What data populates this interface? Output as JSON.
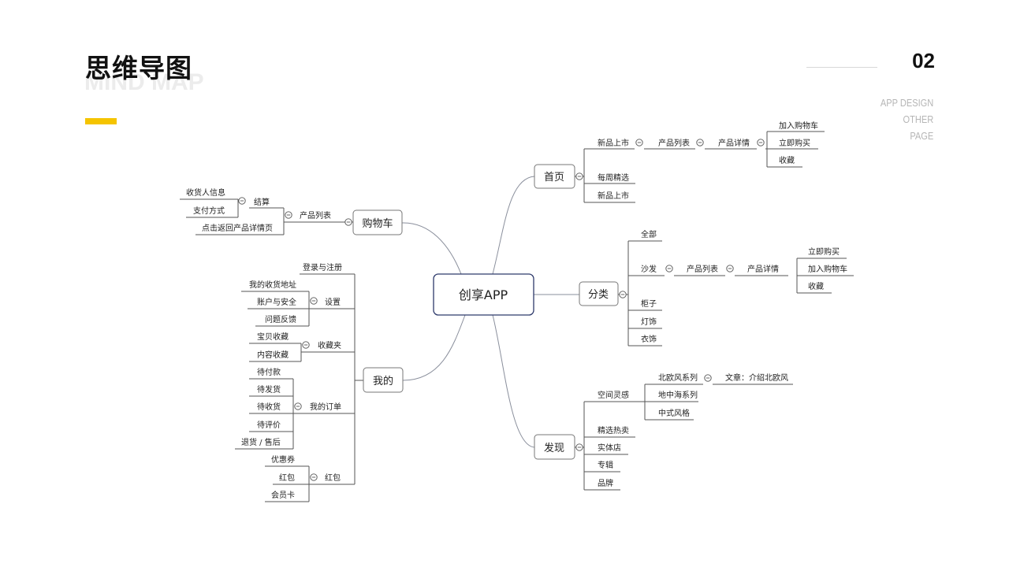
{
  "header": {
    "title": "思维导图",
    "subtitle": "MIND MAP",
    "page_number": "02",
    "side_lines": [
      "APP DESIGN",
      "OTHER",
      "PAGE"
    ],
    "accent_color": "#f5c400"
  },
  "mindmap": {
    "root": "创享APP",
    "collapse_symbol": "⊖",
    "branches": {
      "homepage": {
        "label": "首页",
        "new_arrivals": "新品上市",
        "product_list": "产品列表",
        "product_detail": "产品详情",
        "detail_actions": [
          "加入购物车",
          "立即购买",
          "收藏"
        ],
        "others": [
          "每周精选",
          "新品上市"
        ]
      },
      "category": {
        "label": "分类",
        "items": [
          "全部",
          "沙发",
          "柜子",
          "灯饰",
          "衣饰"
        ],
        "product_list": "产品列表",
        "product_detail": "产品详情",
        "detail_actions": [
          "立即购买",
          "加入购物车",
          "收藏"
        ]
      },
      "discover": {
        "label": "发现",
        "inspiration": "空间灵感",
        "styles": [
          "北欧风系列",
          "地中海系列",
          "中式风格"
        ],
        "article": "文章：介绍北欧风",
        "others": [
          "精选热卖",
          "实体店",
          "专辑",
          "品牌"
        ]
      },
      "cart": {
        "label": "购物车",
        "product_list": "产品列表",
        "checkout": "结算",
        "checkout_items": [
          "收货人信息",
          "支付方式"
        ],
        "back_to_detail": "点击返回产品详情页"
      },
      "mine": {
        "label": "我的",
        "login": "登录与注册",
        "settings": "设置",
        "settings_items": [
          "我的收货地址",
          "账户与安全",
          "问题反馈"
        ],
        "favorites": "收藏夹",
        "favorites_items": [
          "宝贝收藏",
          "内容收藏"
        ],
        "orders": "我的订单",
        "orders_items": [
          "待付款",
          "待发货",
          "待收货",
          "待评价",
          "退货 / 售后"
        ],
        "redpacket": "红包",
        "redpacket_items": [
          "优惠券",
          "红包",
          "会员卡"
        ]
      }
    }
  }
}
